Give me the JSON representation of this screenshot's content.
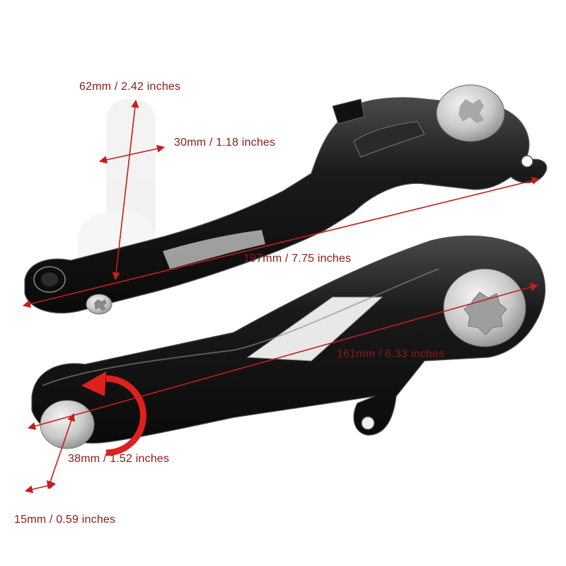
{
  "colors": {
    "arrow": "#c41e1e",
    "label": "#8b1a1a",
    "metal_dark": "#141414",
    "metal_mid": "#3a3a3a",
    "metal_edge": "#9a9a9a",
    "bolt": "#d6d6d6",
    "rotate_arrow": "#e0201c"
  },
  "dimensions": {
    "height": "62mm / 2.42 inches",
    "width": "30mm / 1.18 inches",
    "length_upper": "197mm / 7.75 inches",
    "length_lower": "161mm / 6.33 inches",
    "pivot": "38mm / 1.52 inches",
    "thickness": "15mm / 0.59 inches"
  }
}
